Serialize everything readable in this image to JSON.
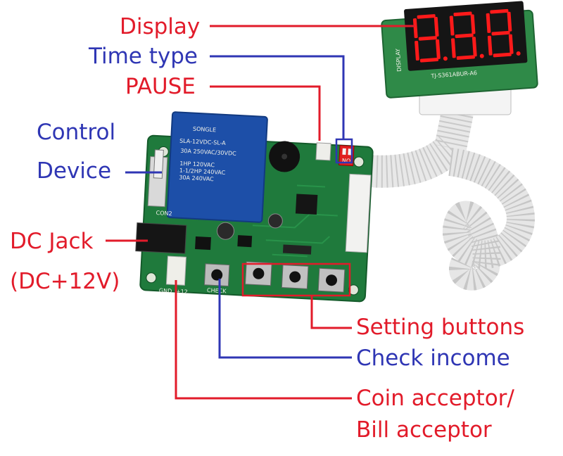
{
  "colors": {
    "red": "#e21b2a",
    "blue": "#2f36b4",
    "pcb": "#1f7a3c",
    "relay": "#1d4fa8",
    "display_pcb": "#2f8a48",
    "led_segment": "#ff1a1a"
  },
  "labels": {
    "display": "Display",
    "time_type": "Time type",
    "pause": "PAUSE",
    "control_line1": "Control",
    "control_line2": "Device",
    "dc_jack_line1": "DC Jack",
    "dc_jack_line2": "(DC+12V)",
    "setting_buttons": "Setting buttons",
    "check_income": "Check income",
    "coin_line1": "Coin acceptor/",
    "coin_line2": "Bill acceptor"
  },
  "board": {
    "relay_brand": "SONGLE",
    "relay_model": "SLA-12VDC-SL-A",
    "relay_rating1": "30A 250VAC/30VDC",
    "relay_rating2": "1HP 120VAC",
    "relay_rating3": "1-1/2HP 240VAC",
    "relay_rating4": "30A 240VAC",
    "check_silk": "CHECK",
    "gnd_silk": "GND",
    "plus12_silk": "+12",
    "con2_silk": "CON2",
    "switch_silk": "NO"
  },
  "display_module": {
    "digits": "8.8.8.",
    "side_text": "DISPLAY",
    "part_number": "TJ-S361ABUR-A6"
  }
}
